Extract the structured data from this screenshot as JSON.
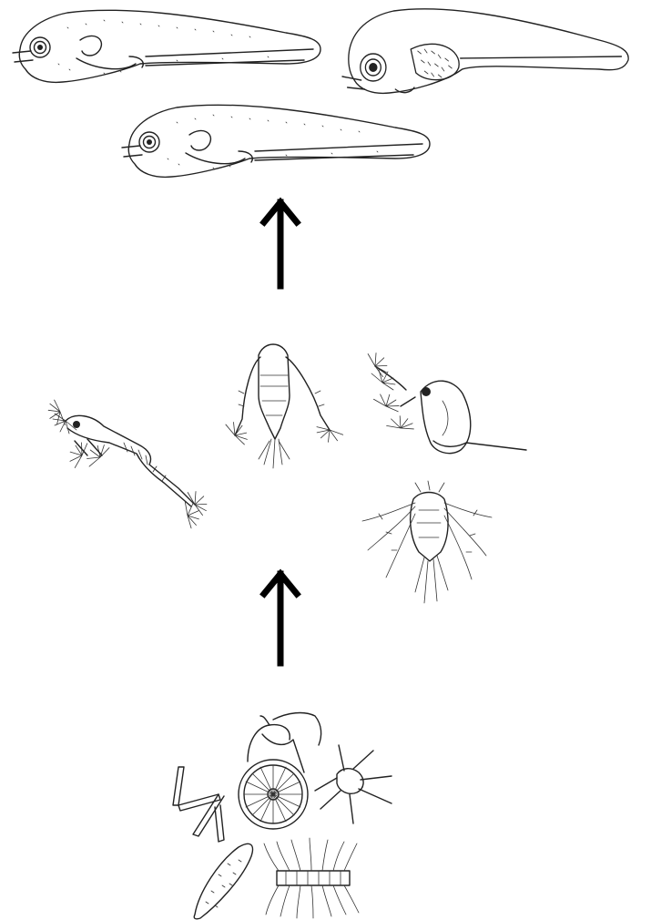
{
  "diagram": {
    "levels": [
      {
        "organisms": [
          "fish-larva",
          "fish-larva",
          "fish-larva"
        ]
      },
      {
        "organisms": [
          "krill-larva",
          "copepod",
          "cladoceran",
          "nauplius"
        ]
      },
      {
        "organisms": [
          "ceratium-dinoflagellate",
          "centric-diatom",
          "chain-diatom",
          "pennate-diatom",
          "chaetoceros-chain-diatom",
          "stellate-diatom"
        ]
      }
    ],
    "arrows": [
      {
        "from": "phytoplankton",
        "to": "zooplankton",
        "icon": "arrow-up-icon"
      },
      {
        "from": "zooplankton",
        "to": "fish-larvae",
        "icon": "arrow-up-icon"
      }
    ]
  }
}
